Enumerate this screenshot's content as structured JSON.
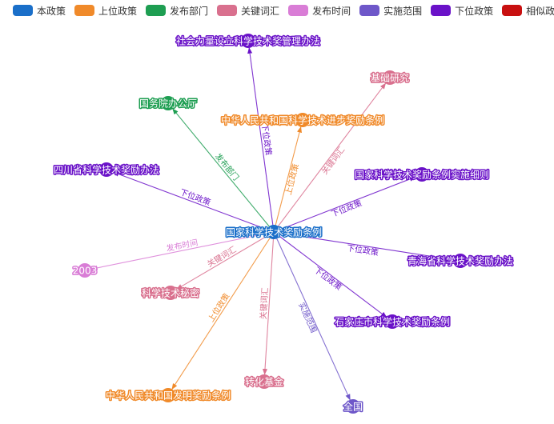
{
  "legend": [
    {
      "id": "core",
      "label": "本政策",
      "color": "#1a6fc9"
    },
    {
      "id": "upper",
      "label": "上位政策",
      "color": "#f08a2a"
    },
    {
      "id": "dept",
      "label": "发布部门",
      "color": "#1e9e52"
    },
    {
      "id": "keyword",
      "label": "关键词汇",
      "color": "#d9708e"
    },
    {
      "id": "time",
      "label": "发布时间",
      "color": "#d97dd6"
    },
    {
      "id": "scope",
      "label": "实施范围",
      "color": "#6e57c9"
    },
    {
      "id": "lower",
      "label": "下位政策",
      "color": "#6a12c8"
    },
    {
      "id": "similar",
      "label": "相似政策",
      "color": "#c81010"
    }
  ],
  "graph": {
    "center": {
      "id": "n0",
      "label": "国家科学技术奖励条例",
      "category": "core"
    },
    "nodes": [
      {
        "id": "n1",
        "label": "社会力量设立科学技术奖管理办法",
        "category": "lower",
        "edge_label": "下位政策"
      },
      {
        "id": "n2",
        "label": "国务院办公厅",
        "category": "dept",
        "edge_label": "发布部门"
      },
      {
        "id": "n3",
        "label": "中华人民共和国科学技术进步奖励条例",
        "category": "upper",
        "edge_label": "上位政策"
      },
      {
        "id": "n4",
        "label": "基础研究",
        "category": "keyword",
        "edge_label": "关键词汇"
      },
      {
        "id": "n5",
        "label": "四川省科学技术奖励办法",
        "category": "lower",
        "edge_label": "下位政策"
      },
      {
        "id": "n6",
        "label": "国家科学技术奖励条例实施细则",
        "category": "lower",
        "edge_label": "下位政策"
      },
      {
        "id": "n7",
        "label": "2003",
        "category": "time",
        "edge_label": "发布时间"
      },
      {
        "id": "n8",
        "label": "青海省科学技术奖励办法",
        "category": "lower",
        "edge_label": "下位政策"
      },
      {
        "id": "n9",
        "label": "科学技术秘密",
        "category": "keyword",
        "edge_label": "关键词汇"
      },
      {
        "id": "n10",
        "label": "石家庄市科学技术奖励条例",
        "category": "lower",
        "edge_label": "下位政策"
      },
      {
        "id": "n11",
        "label": "转化基金",
        "category": "keyword",
        "edge_label": "关键词汇"
      },
      {
        "id": "n12",
        "label": "中华人民共和国发明奖励条例",
        "category": "upper",
        "edge_label": "上位政策"
      },
      {
        "id": "n13",
        "label": "全国",
        "category": "scope",
        "edge_label": "实施范围"
      }
    ]
  }
}
